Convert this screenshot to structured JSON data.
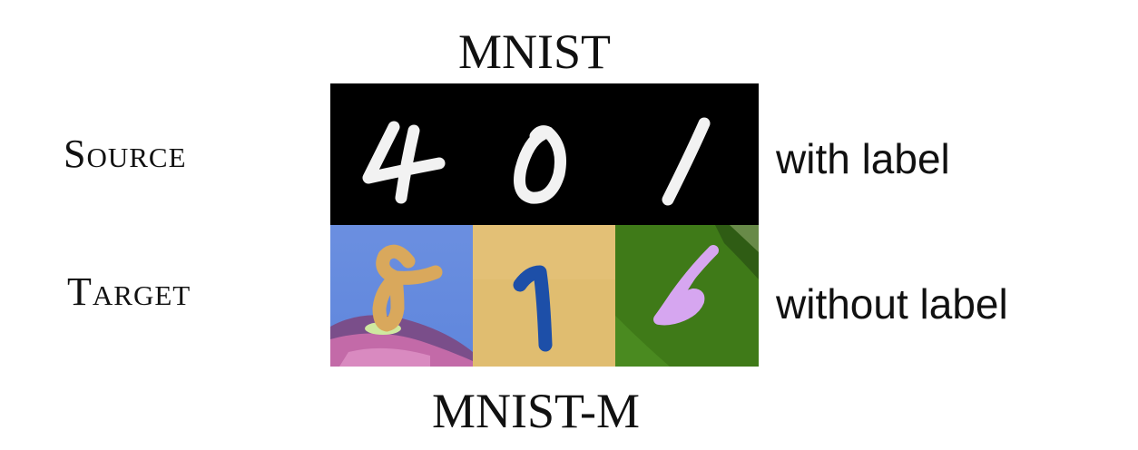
{
  "figure": {
    "source_dataset": "MNIST",
    "target_dataset": "MNIST-M",
    "rows": [
      {
        "label": "Source",
        "note": "with label"
      },
      {
        "label": "Target",
        "note": "without label"
      }
    ]
  }
}
